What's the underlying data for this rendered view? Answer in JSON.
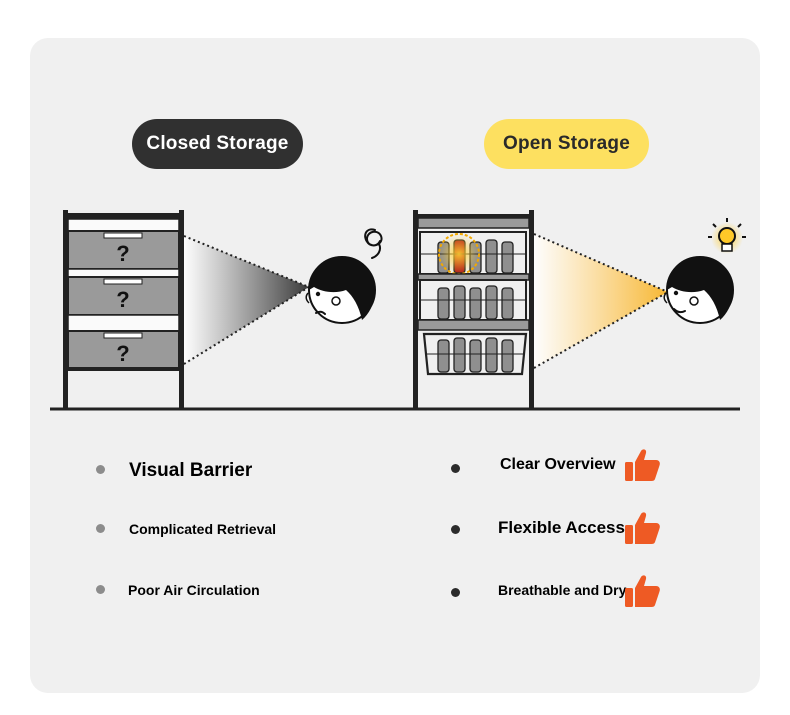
{
  "closed": {
    "title": "Closed Storage",
    "drawer_marks": [
      "?",
      "?",
      "?"
    ],
    "cons": [
      "Visual Barrier",
      "Complicated Retrieval",
      "Poor Air Circulation"
    ]
  },
  "open": {
    "title": "Open Storage",
    "pros": [
      "Clear Overview",
      "Flexible Access",
      "Breathable and Dry"
    ]
  },
  "colors": {
    "card_bg": "#f0f0f0",
    "closed_pill": "#303030",
    "open_pill": "#fde060",
    "thumb": "#ee5a24",
    "light_cone": "#f7b733"
  },
  "icons": [
    "confused-scribble-icon",
    "lightbulb-icon",
    "thumbs-up-icon"
  ]
}
